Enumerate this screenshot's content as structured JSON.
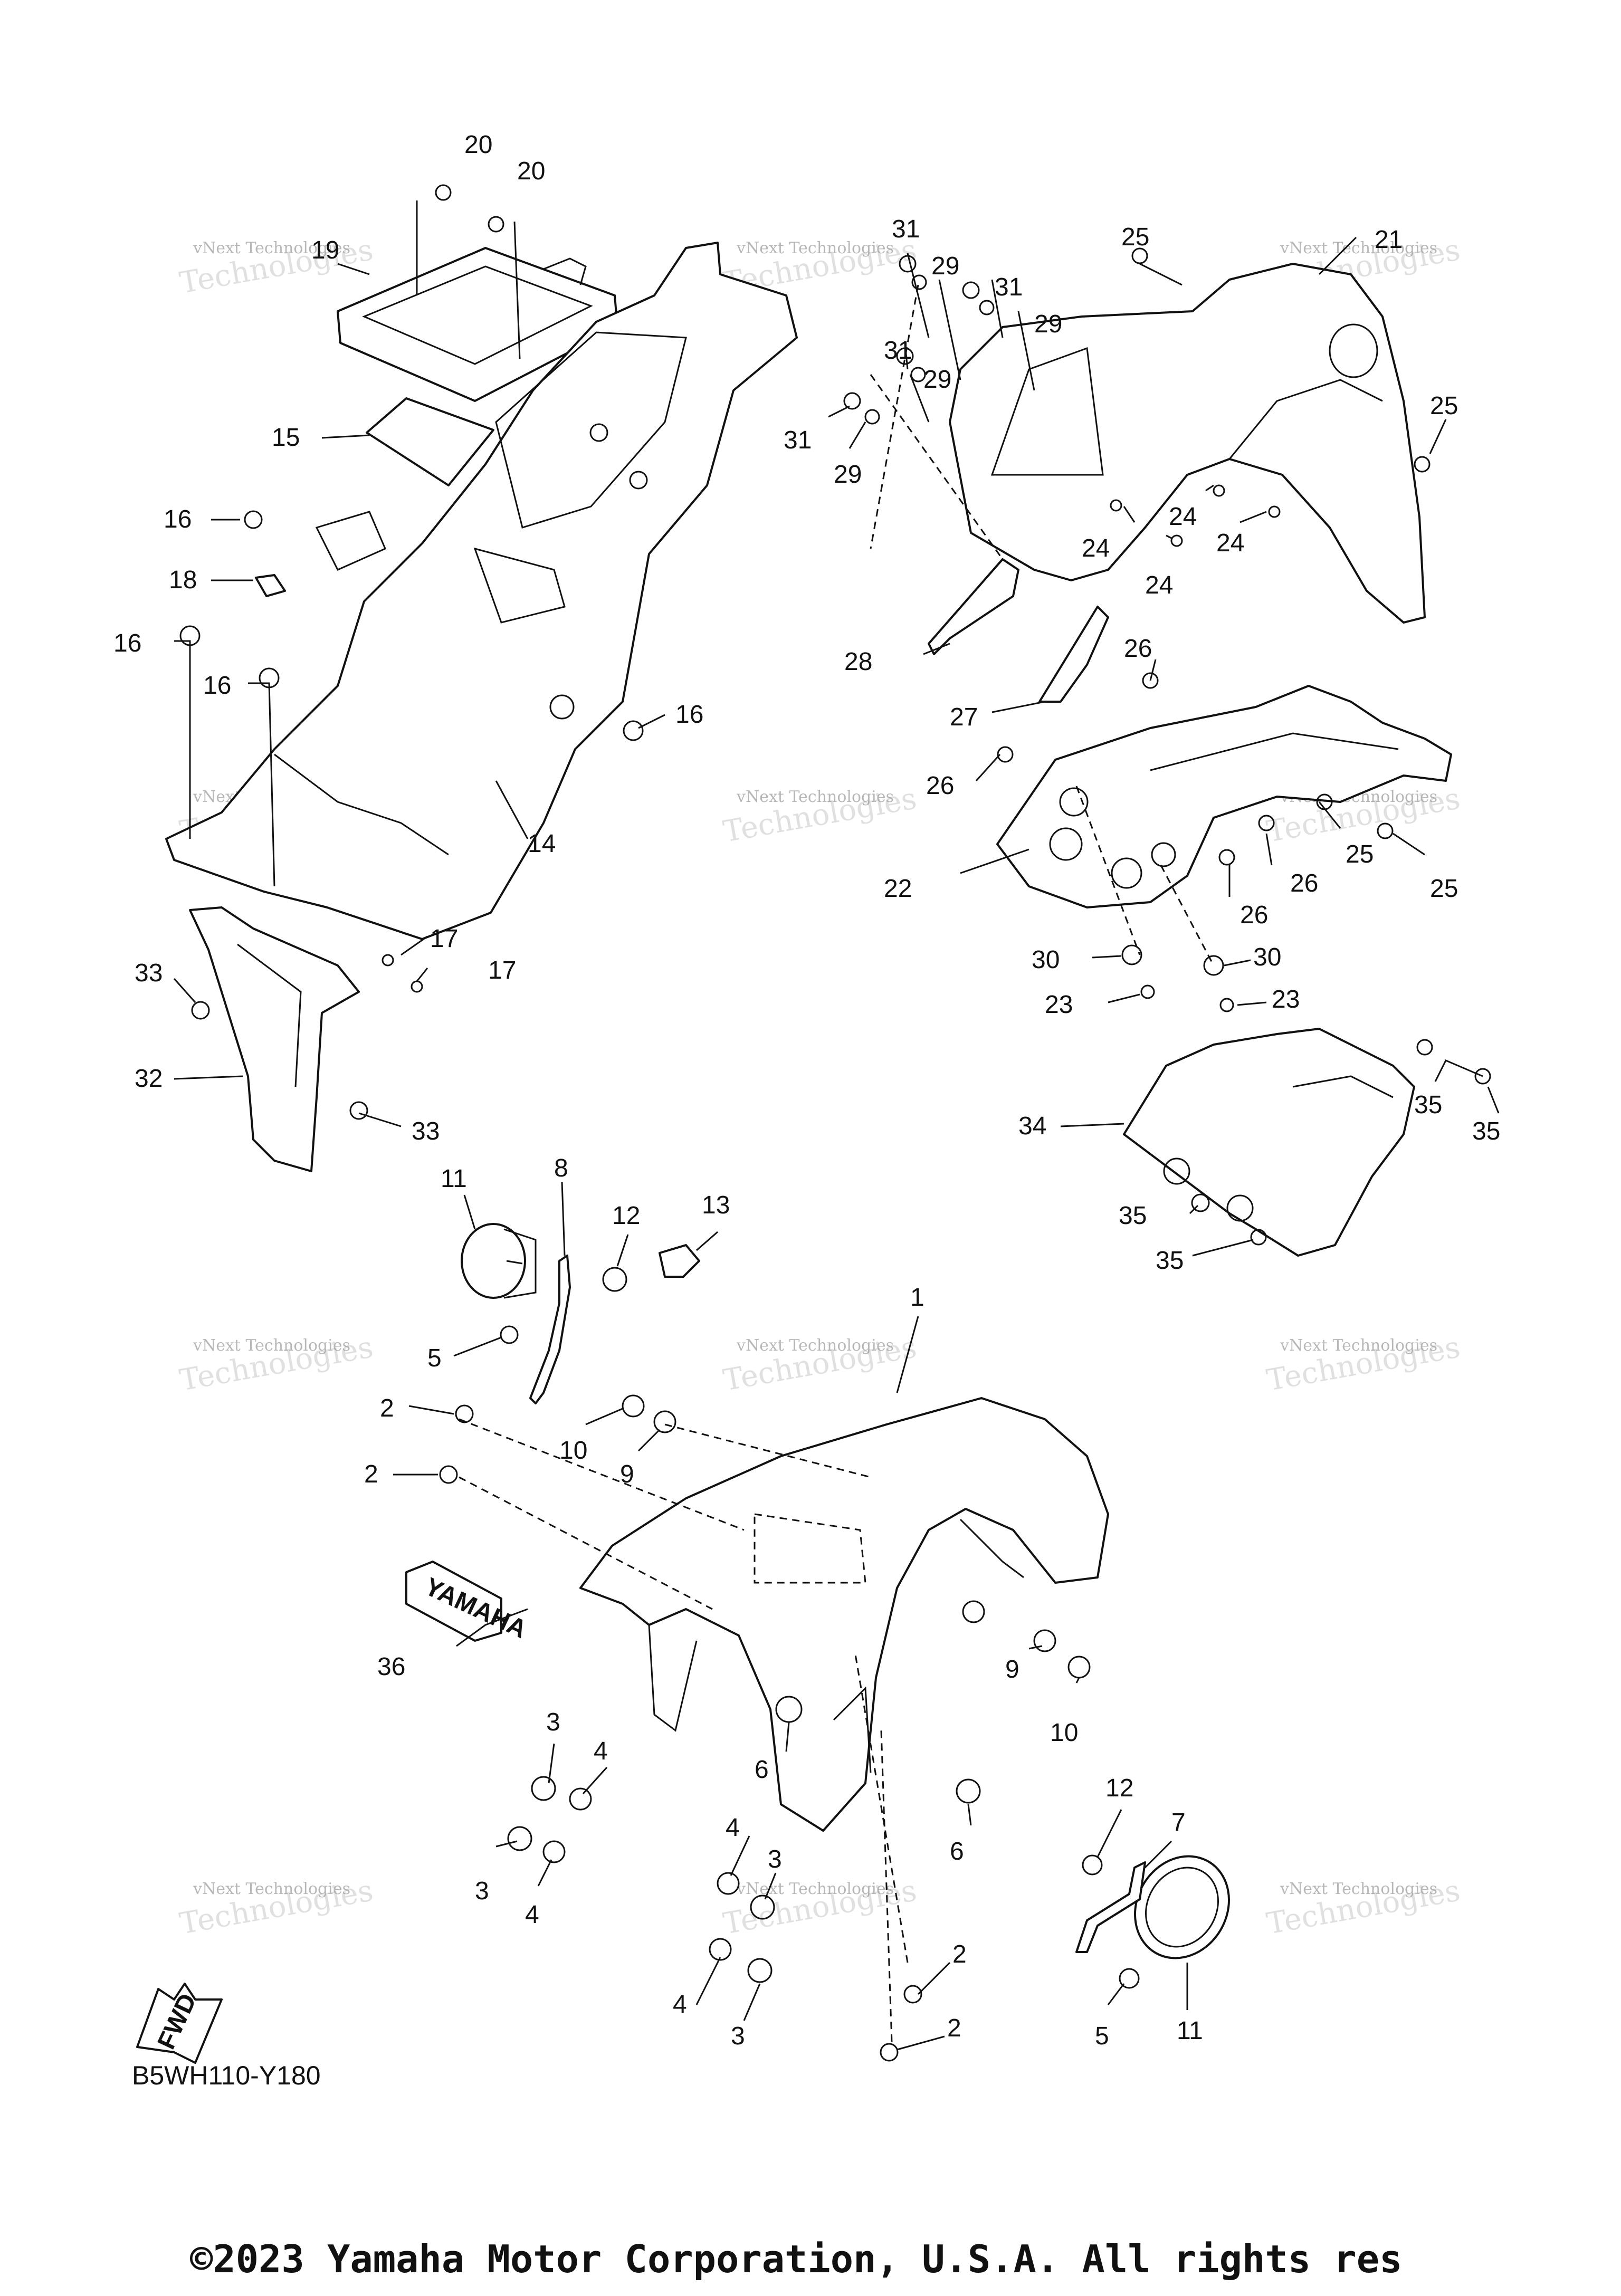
{
  "diagram_code": "B5WH110-Y180",
  "copyright": "©2023 Yamaha Motor Corporation, U.S.A. All rights res",
  "watermark": {
    "line1": "vNext Technologies",
    "line2": "Technologies",
    "small": "vNext"
  },
  "decal_text": "YAMAHA",
  "fwd_label": "FWD",
  "callouts": [
    {
      "label": "20"
    },
    {
      "label": "20"
    },
    {
      "label": "19"
    },
    {
      "label": "15"
    },
    {
      "label": "16"
    },
    {
      "label": "18"
    },
    {
      "label": "16"
    },
    {
      "label": "16"
    },
    {
      "label": "16"
    },
    {
      "label": "14"
    },
    {
      "label": "17"
    },
    {
      "label": "17"
    },
    {
      "label": "33"
    },
    {
      "label": "32"
    },
    {
      "label": "33"
    },
    {
      "label": "31"
    },
    {
      "label": "29"
    },
    {
      "label": "31"
    },
    {
      "label": "29"
    },
    {
      "label": "31"
    },
    {
      "label": "29"
    },
    {
      "label": "31"
    },
    {
      "label": "29"
    },
    {
      "label": "25"
    },
    {
      "label": "21"
    },
    {
      "label": "25"
    },
    {
      "label": "24"
    },
    {
      "label": "24"
    },
    {
      "label": "24"
    },
    {
      "label": "24"
    },
    {
      "label": "28"
    },
    {
      "label": "26"
    },
    {
      "label": "27"
    },
    {
      "label": "26"
    },
    {
      "label": "25"
    },
    {
      "label": "25"
    },
    {
      "label": "26"
    },
    {
      "label": "26"
    },
    {
      "label": "22"
    },
    {
      "label": "30"
    },
    {
      "label": "30"
    },
    {
      "label": "23"
    },
    {
      "label": "23"
    },
    {
      "label": "34"
    },
    {
      "label": "35"
    },
    {
      "label": "35"
    },
    {
      "label": "35"
    },
    {
      "label": "35"
    },
    {
      "label": "11"
    },
    {
      "label": "8"
    },
    {
      "label": "12"
    },
    {
      "label": "13"
    },
    {
      "label": "1"
    },
    {
      "label": "5"
    },
    {
      "label": "2"
    },
    {
      "label": "10"
    },
    {
      "label": "9"
    },
    {
      "label": "2"
    },
    {
      "label": "36"
    },
    {
      "label": "9"
    },
    {
      "label": "10"
    },
    {
      "label": "3"
    },
    {
      "label": "4"
    },
    {
      "label": "6"
    },
    {
      "label": "6"
    },
    {
      "label": "3"
    },
    {
      "label": "4"
    },
    {
      "label": "4"
    },
    {
      "label": "3"
    },
    {
      "label": "4"
    },
    {
      "label": "3"
    },
    {
      "label": "12"
    },
    {
      "label": "7"
    },
    {
      "label": "2"
    },
    {
      "label": "2"
    },
    {
      "label": "5"
    },
    {
      "label": "11"
    }
  ]
}
